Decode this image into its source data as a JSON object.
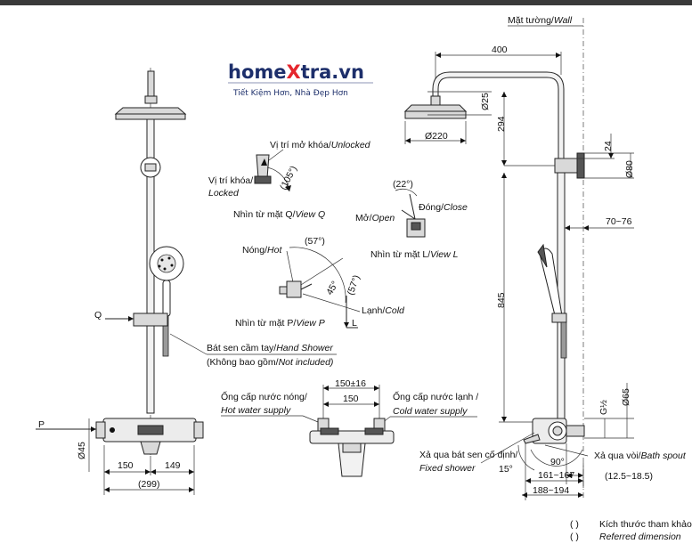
{
  "brand": {
    "name_a": "home",
    "name_b": "X",
    "name_c": "tra.vn",
    "slogan": "Tiết Kiệm Hơn, Nhà Đẹp Hơn"
  },
  "wall_label": {
    "vi": "Mặt tường/",
    "en": "Wall"
  },
  "view_q": {
    "unlocked_vi": "Vị trí mở khóa/",
    "unlocked_en": "Unlocked",
    "locked_vi": "Vị trí khóa/",
    "locked_en": "Locked",
    "angle": "(105°)",
    "caption_vi": "Nhìn từ mặt Q/",
    "caption_en": "View Q"
  },
  "view_p": {
    "hot_vi": "Nóng/",
    "hot_en": "Hot",
    "cold_vi": "Lạnh/",
    "cold_en": "Cold",
    "angle_a": "(57°)",
    "angle_b": "45°",
    "angle_c": "(57°)",
    "caption_vi": "Nhìn từ mặt P/",
    "caption_en": "View P",
    "marker": "P"
  },
  "view_l": {
    "open_vi": "Mở/",
    "open_en": "Open",
    "close_vi": "Đóng/",
    "close_en": "Close",
    "angle": "(22°)",
    "caption_vi": "Nhìn từ mặt L/",
    "caption_en": "View L",
    "marker": "L"
  },
  "front_view": {
    "marker_q": "Q",
    "marker_p": "P",
    "hand_shower_vi": "Bát sen cầm tay/",
    "hand_shower_en": "Hand Shower",
    "not_included_vi": "(Không bao gồm/",
    "not_included_en": "Not included)",
    "dim_d45": "Ø45",
    "dim_150": "150",
    "dim_149": "149",
    "dim_299": "(299)"
  },
  "mixer_view": {
    "dim_150_16": "150±16",
    "dim_150": "150",
    "hot_supply_vi": "Ống cấp nước nóng/",
    "hot_supply_en": "Hot water supply",
    "cold_supply_vi": "Ống cấp nước lạnh /",
    "cold_supply_en": "Cold water supply"
  },
  "side_view": {
    "dim_400": "400",
    "dim_d25": "Ø25",
    "dim_294": "294",
    "dim_d220": "Ø220",
    "dim_24": "24",
    "dim_d80": "Ø80",
    "dim_70_76": "70~76",
    "dim_845": "845",
    "dim_g12": "G½",
    "dim_d65": "Ø65",
    "fixed_drain_vi": "Xả qua bát sen cố định/",
    "fixed_drain_en": "Fixed shower",
    "spout_drain_vi": "Xả qua vòi/",
    "spout_drain_en": "Bath spout",
    "angle_15": "15°",
    "angle_90": "90°",
    "dim_125_185": "(12.5~18.5)",
    "dim_161_167": "161~167",
    "dim_188_194": "188~194"
  },
  "legend": {
    "ref_vi": "Kích thước tham khảo",
    "ref_en": "Referred dimension",
    "paren": "(       )"
  }
}
